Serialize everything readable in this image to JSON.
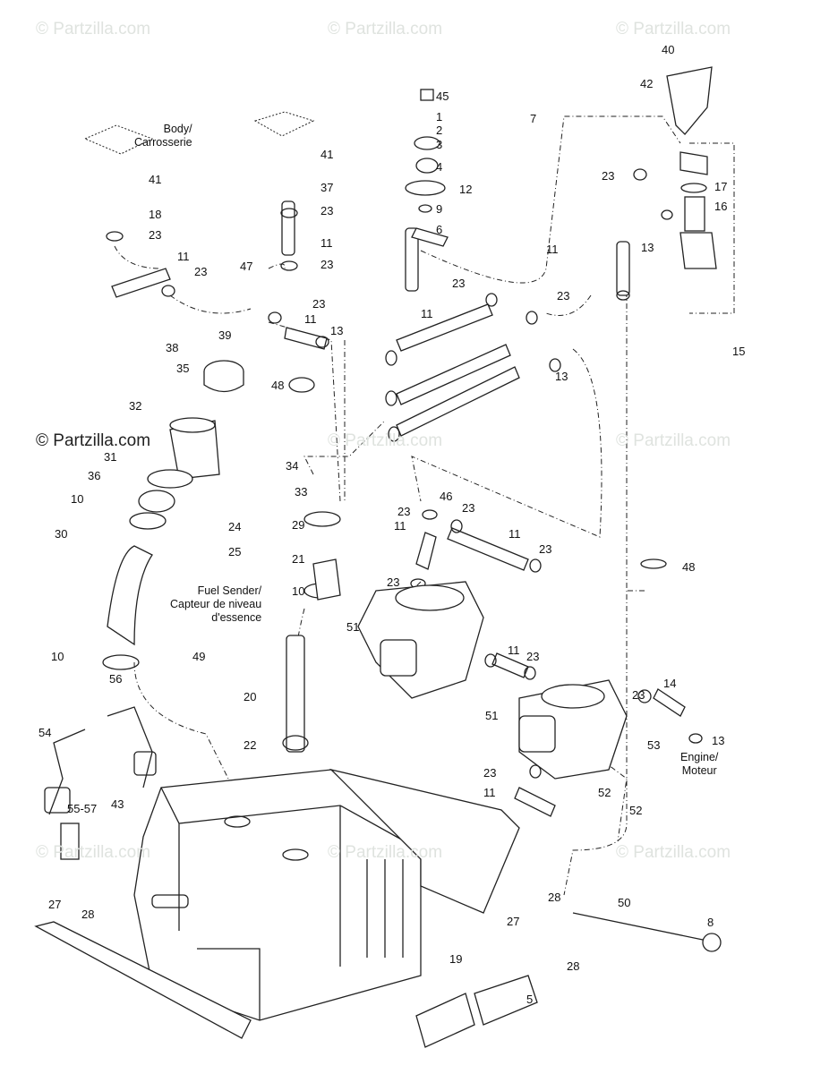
{
  "watermark": "© Partzilla.com",
  "notes": {
    "body": [
      "Body/",
      "Carrosserie"
    ],
    "fuel_sender": [
      "Fuel Sender/",
      "Capteur de niveau",
      "d'essence"
    ],
    "engine": [
      "Engine/",
      "Moteur"
    ]
  },
  "callouts": [
    "45",
    "1",
    "2",
    "3",
    "4",
    "12",
    "9",
    "6",
    "40",
    "42",
    "7",
    "23",
    "17",
    "16",
    "13",
    "11",
    "23",
    "15",
    "41",
    "18",
    "23",
    "41",
    "37",
    "23",
    "11",
    "23",
    "11",
    "23",
    "47",
    "23",
    "11",
    "13",
    "39",
    "38",
    "35",
    "48",
    "32",
    "34",
    "31",
    "36",
    "33",
    "10",
    "30",
    "24",
    "25",
    "29",
    "21",
    "10",
    "11",
    "23",
    "13",
    "46",
    "23",
    "23",
    "11",
    "11",
    "23",
    "23",
    "48",
    "49",
    "51",
    "11",
    "23",
    "20",
    "22",
    "51",
    "23",
    "14",
    "53",
    "13",
    "23",
    "52",
    "52",
    "11",
    "56",
    "54",
    "55-57",
    "43",
    "10",
    "27",
    "28",
    "28",
    "27",
    "19",
    "50",
    "8",
    "28",
    "5"
  ],
  "colors": {
    "line": "#222222",
    "watermark": "#dfe3df"
  }
}
